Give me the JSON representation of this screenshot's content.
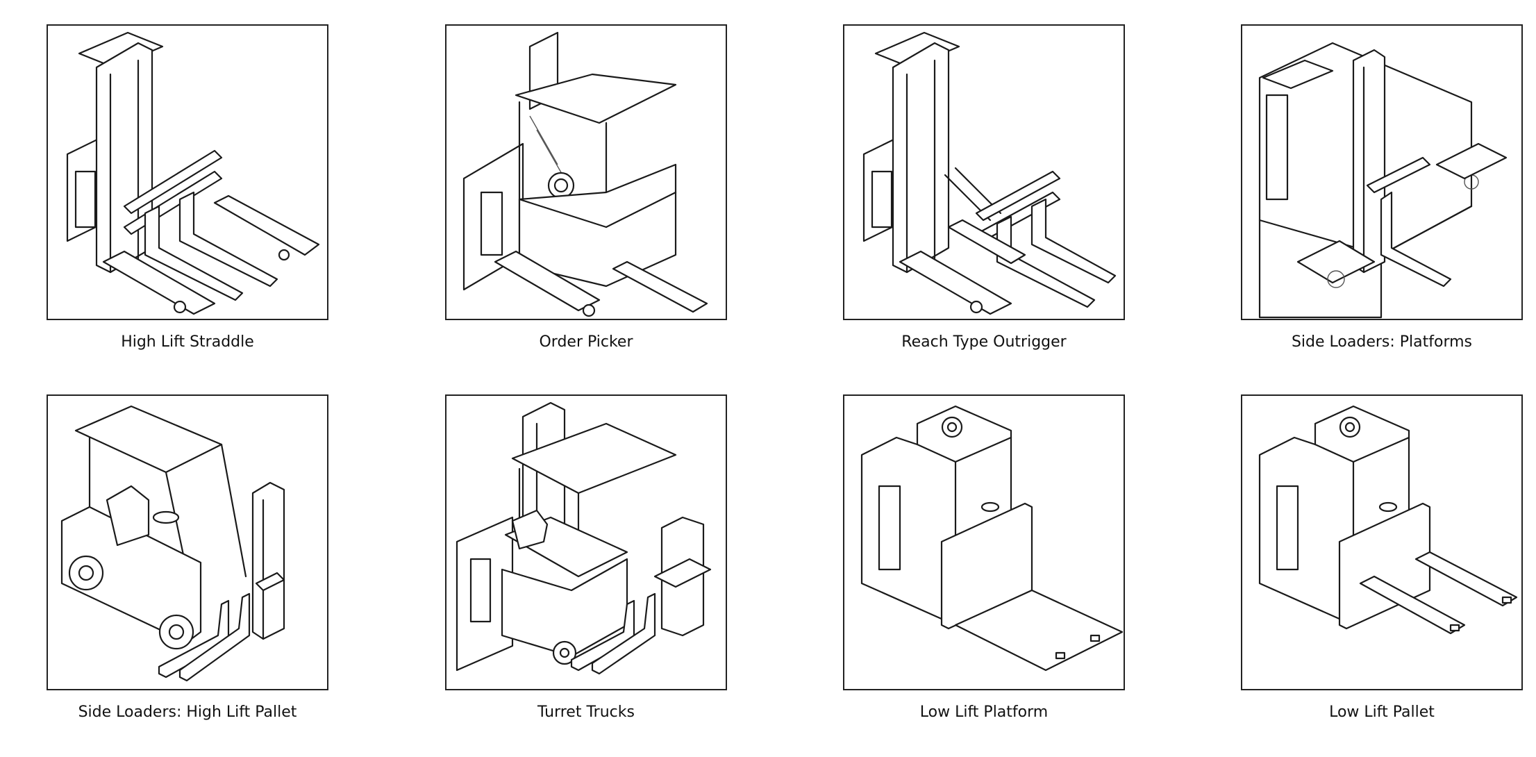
{
  "gallery": {
    "items": [
      {
        "label": "High Lift Straddle",
        "icon": "high-lift-straddle-truck-icon"
      },
      {
        "label": "Order Picker",
        "icon": "order-picker-truck-icon"
      },
      {
        "label": "Reach Type Outrigger",
        "icon": "reach-type-outrigger-truck-icon"
      },
      {
        "label": "Side Loaders: Platforms",
        "icon": "side-loader-platform-truck-icon"
      },
      {
        "label": "Side Loaders: High Lift Pallet",
        "icon": "side-loader-high-lift-pallet-truck-icon"
      },
      {
        "label": "Turret Trucks",
        "icon": "turret-truck-icon"
      },
      {
        "label": "Low Lift Platform",
        "icon": "low-lift-platform-truck-icon"
      },
      {
        "label": "Low Lift Pallet",
        "icon": "low-lift-pallet-truck-icon"
      }
    ]
  }
}
